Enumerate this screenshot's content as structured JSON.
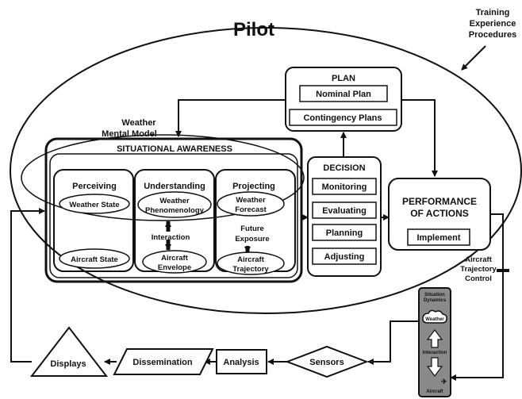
{
  "title": "Pilot",
  "influences": [
    "Training",
    "Experience",
    "Procedures"
  ],
  "plan": {
    "title": "PLAN",
    "items": [
      "Nominal Plan",
      "Contingency Plans"
    ]
  },
  "mental_model": [
    "Weather",
    "Mental Model"
  ],
  "situational_awareness": {
    "title": "SITUATIONAL AWARENESS",
    "perceiving": {
      "title": "Perceiving",
      "items": [
        "Weather State",
        "Aircraft State"
      ]
    },
    "understanding": {
      "title": "Understanding",
      "top": [
        "Weather",
        "Phenomenology"
      ],
      "link": "Interaction",
      "bottom": [
        "Aircraft",
        "Envelope"
      ]
    },
    "projecting": {
      "title": "Projecting",
      "top": [
        "Weather",
        "Forecast"
      ],
      "link": [
        "Future",
        "Exposure"
      ],
      "bottom": [
        "Aircraft",
        "Trajectory"
      ]
    }
  },
  "decision": {
    "title": "DECISION",
    "items": [
      "Monitoring",
      "Evaluating",
      "Planning",
      "Adjusting"
    ]
  },
  "performance": {
    "title": [
      "PERFORMANCE",
      "OF ACTIONS"
    ],
    "item": "Implement"
  },
  "control": [
    "Aircraft",
    "Trajectory",
    "Control"
  ],
  "dynamics": {
    "title": [
      "Situation",
      "Dynamics"
    ],
    "weather": "Weather",
    "interaction": "Interaction",
    "aircraft": "Aircraft"
  },
  "pipeline": {
    "sensors": "Sensors",
    "analysis": "Analysis",
    "dissemination": "Dissemination",
    "displays": "Displays"
  }
}
